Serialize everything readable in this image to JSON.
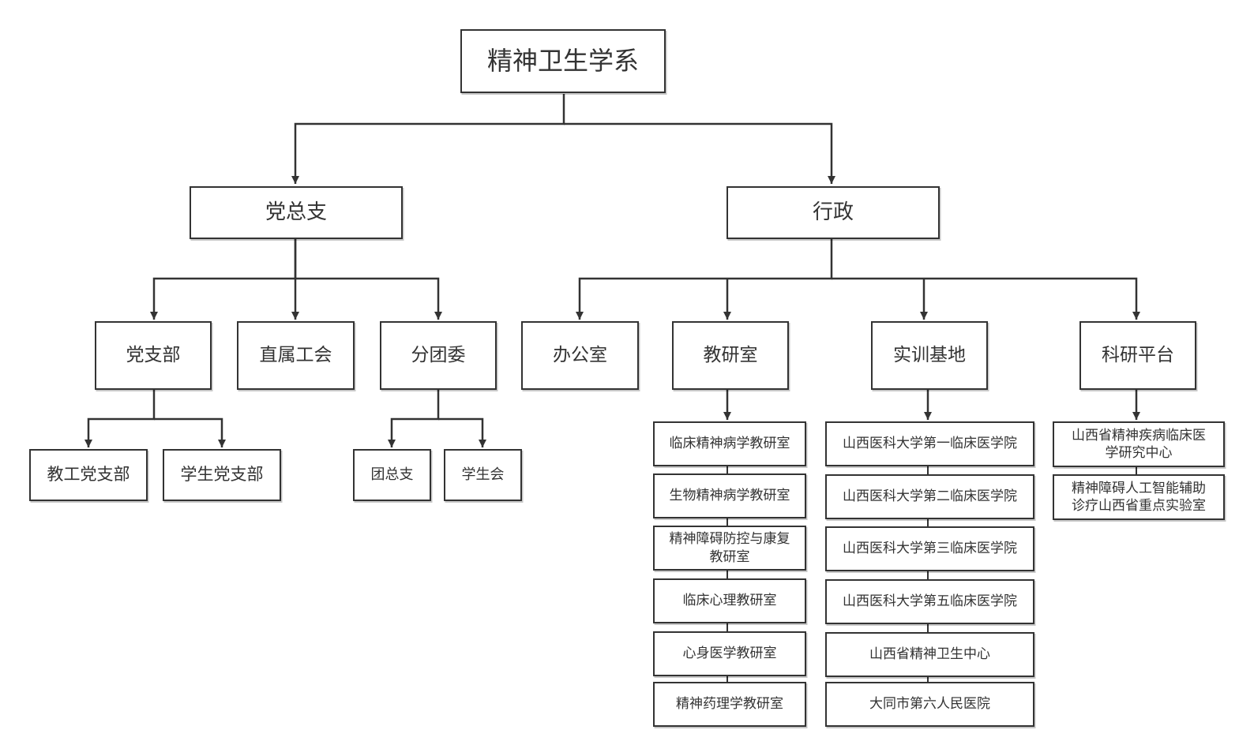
{
  "root": "精神卫生学系",
  "party": {
    "title": "党总支",
    "branch": "党支部",
    "union": "直属工会",
    "youth": "分团委",
    "branch_children": [
      "教工党支部",
      "学生党支部"
    ],
    "youth_children": [
      "团总支",
      "学生会"
    ]
  },
  "admin": {
    "title": "行政",
    "office": "办公室",
    "teaching": "教研室",
    "training": "实训基地",
    "research": "科研平台",
    "teaching_children": [
      "临床精神病学教研室",
      "生物精神病学教研室",
      "精神障碍防控与康复教研室",
      "临床心理教研室",
      "心身医学教研室",
      "精神药理学教研室"
    ],
    "training_children": [
      "山西医科大学第一临床医学院",
      "山西医科大学第二临床医学院",
      "山西医科大学第三临床医学院",
      "山西医科大学第五临床医学院",
      "山西省精神卫生中心",
      "大同市第六人民医院"
    ],
    "research_children": [
      "山西省精神疾病临床医学研究中心",
      "精神障碍人工智能辅助诊疗山西省重点实验室"
    ]
  }
}
